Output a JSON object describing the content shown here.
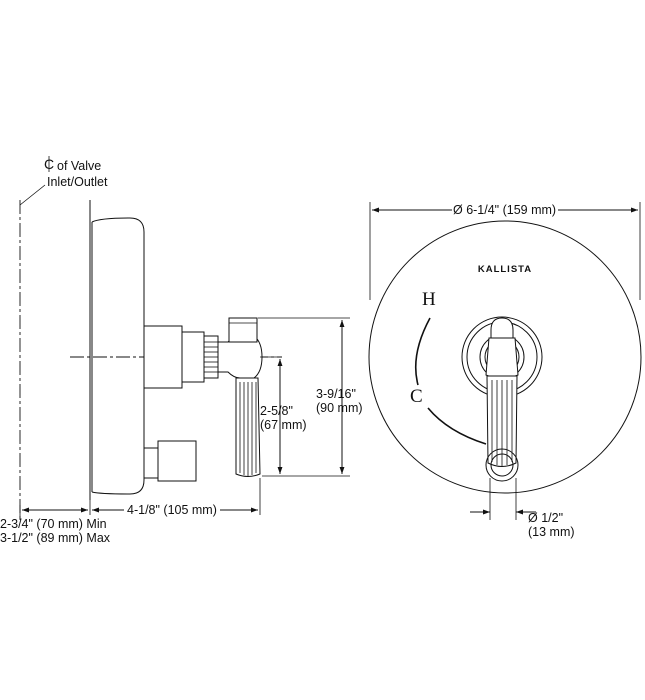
{
  "brand": "KALLISTA",
  "labels": {
    "cl_valve_line1": "of Valve",
    "cl_valve_line2": "Inlet/Outlet",
    "hot": "H",
    "cold": "C",
    "dim_diameter": "Ø 6-1/4\" (159 mm)",
    "dim_height_a1": "3-9/16\"",
    "dim_height_a2": "(90 mm)",
    "dim_height_b1": "2-5/8\"",
    "dim_height_b2": "(67 mm)",
    "dim_depth": "4-1/8\" (105 mm)",
    "dim_wall_min": "2-3/4\" (70 mm) Min",
    "dim_wall_max": "3-1/2\" (89 mm) Max",
    "dim_stem1": "Ø 1/2\"",
    "dim_stem2": "(13 mm)"
  },
  "icons": {
    "centerline": "centerline-symbol-icon",
    "arrow": "dimension-arrow-icon"
  }
}
